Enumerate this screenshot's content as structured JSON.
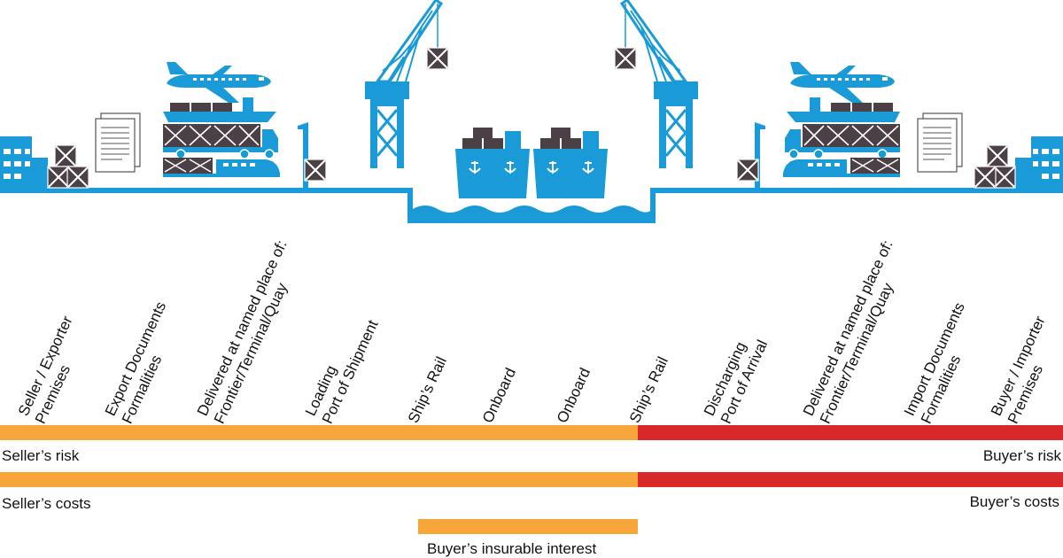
{
  "colors": {
    "port_blue": "#1a9ad7",
    "dark_crate": "#4a4046",
    "seller_orange": "#f6a638",
    "buyer_red": "#d8282a"
  },
  "scene_icons": [
    "building-icon",
    "crate-icon",
    "documents-icon",
    "airplane-icon",
    "cargo-ship-icon",
    "truck-icon",
    "train-icon",
    "crane-icon",
    "ship-icon",
    "anchor-icon",
    "waves-icon"
  ],
  "stages": [
    {
      "line1": "Seller / Exporter",
      "line2": "Premises"
    },
    {
      "line1": "Export Documents",
      "line2": "Formalities"
    },
    {
      "line1": "Delivered at named place of:",
      "line2": "Frontier/Terminal/Quay"
    },
    {
      "line1": "Loading",
      "line2": "Port of Shipment"
    },
    {
      "line1": "Ship’s Rail",
      "line2": ""
    },
    {
      "line1": "Onboard",
      "line2": ""
    },
    {
      "line1": "Onboard",
      "line2": ""
    },
    {
      "line1": "Ship’s Rail",
      "line2": ""
    },
    {
      "line1": "Discharging",
      "line2": "Port of Arrival"
    },
    {
      "line1": "Delivered at named place of:",
      "line2": "Frontier/Terminal/Quay"
    },
    {
      "line1": "Import Documents",
      "line2": "Formalities"
    },
    {
      "line1": "Buyer / Importer",
      "line2": "Premises"
    }
  ],
  "risk": {
    "seller_label": "Seller’s risk",
    "buyer_label": "Buyer’s risk",
    "transfer_fraction": 0.6
  },
  "costs": {
    "seller_label": "Seller’s costs",
    "buyer_label": "Buyer’s costs",
    "transfer_fraction": 0.6
  },
  "insurable_interest": {
    "label": "Buyer’s insurable interest",
    "start_fraction": 0.393,
    "end_fraction": 0.6
  }
}
